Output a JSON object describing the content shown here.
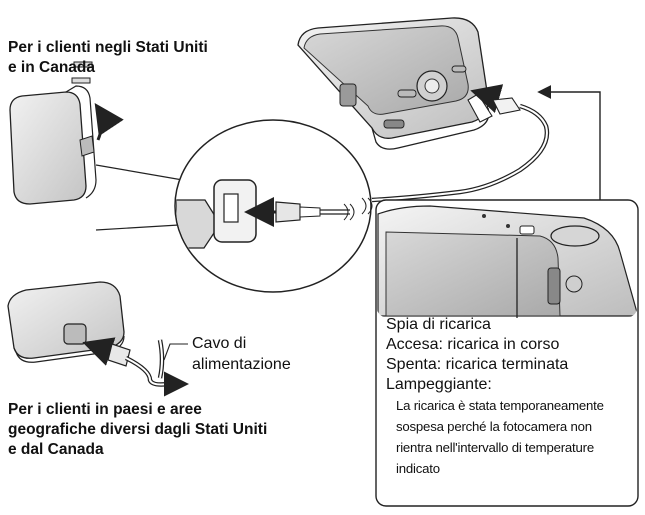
{
  "headings": {
    "us_canada": [
      "Per i clienti negli Stati Uniti",
      "e in Canada"
    ],
    "other_countries": [
      "Per i clienti in paesi e aree",
      "geografiche diversi dagli Stati Uniti",
      "e dal Canada"
    ]
  },
  "power_cord_label": [
    "Cavo di",
    "alimentazione"
  ],
  "charge_lamp": {
    "title": "Spia di ricarica",
    "on": "Accesa: ricarica in corso",
    "off": "Spenta: ricarica terminata",
    "blinking": "Lampeggiante:",
    "blinking_detail": [
      "La ricarica è stata temporaneamente",
      "sospesa perché la fotocamera non",
      "rientra nell'intervallo di temperature",
      "indicato"
    ]
  },
  "colors": {
    "line": "#222222",
    "device_fill": "#e8e8e8",
    "device_dark": "#9a9a9a",
    "screen": "#c9c9c9"
  }
}
